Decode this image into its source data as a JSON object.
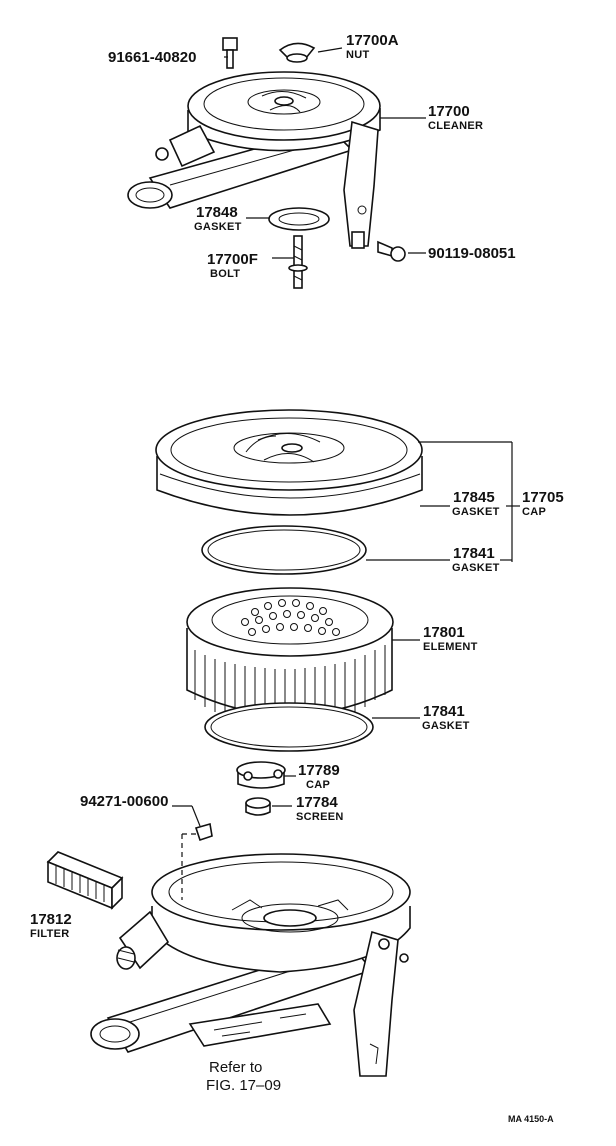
{
  "labels": {
    "bolt_top": {
      "number": "91661-40820"
    },
    "nut": {
      "number": "17700A",
      "name": "NUT"
    },
    "cleaner": {
      "number": "17700",
      "name": "CLEANER"
    },
    "gasket_top": {
      "number": "17848",
      "name": "GASKET"
    },
    "bolt_right": {
      "number": "90119-08051"
    },
    "bolt_f": {
      "number": "17700F",
      "name": "BOLT"
    },
    "gasket_cap": {
      "number": "17845",
      "name": "GASKET"
    },
    "cap_assy": {
      "number": "17705",
      "name": "CAP"
    },
    "gasket_ring_upper": {
      "number": "17841",
      "name": "GASKET"
    },
    "element": {
      "number": "17801",
      "name": "ELEMENT"
    },
    "gasket_ring_lower": {
      "number": "17841",
      "name": "GASKET"
    },
    "cap_small": {
      "number": "17789",
      "name": "CAP"
    },
    "clip": {
      "number": "94271-00600"
    },
    "screen": {
      "number": "17784",
      "name": "SCREEN"
    },
    "filter": {
      "number": "17812",
      "name": "FILTER"
    }
  },
  "reference": {
    "line1": "Refer to",
    "line2": "FIG. 17–09"
  },
  "footer": {
    "code": "MA 4150-A"
  }
}
